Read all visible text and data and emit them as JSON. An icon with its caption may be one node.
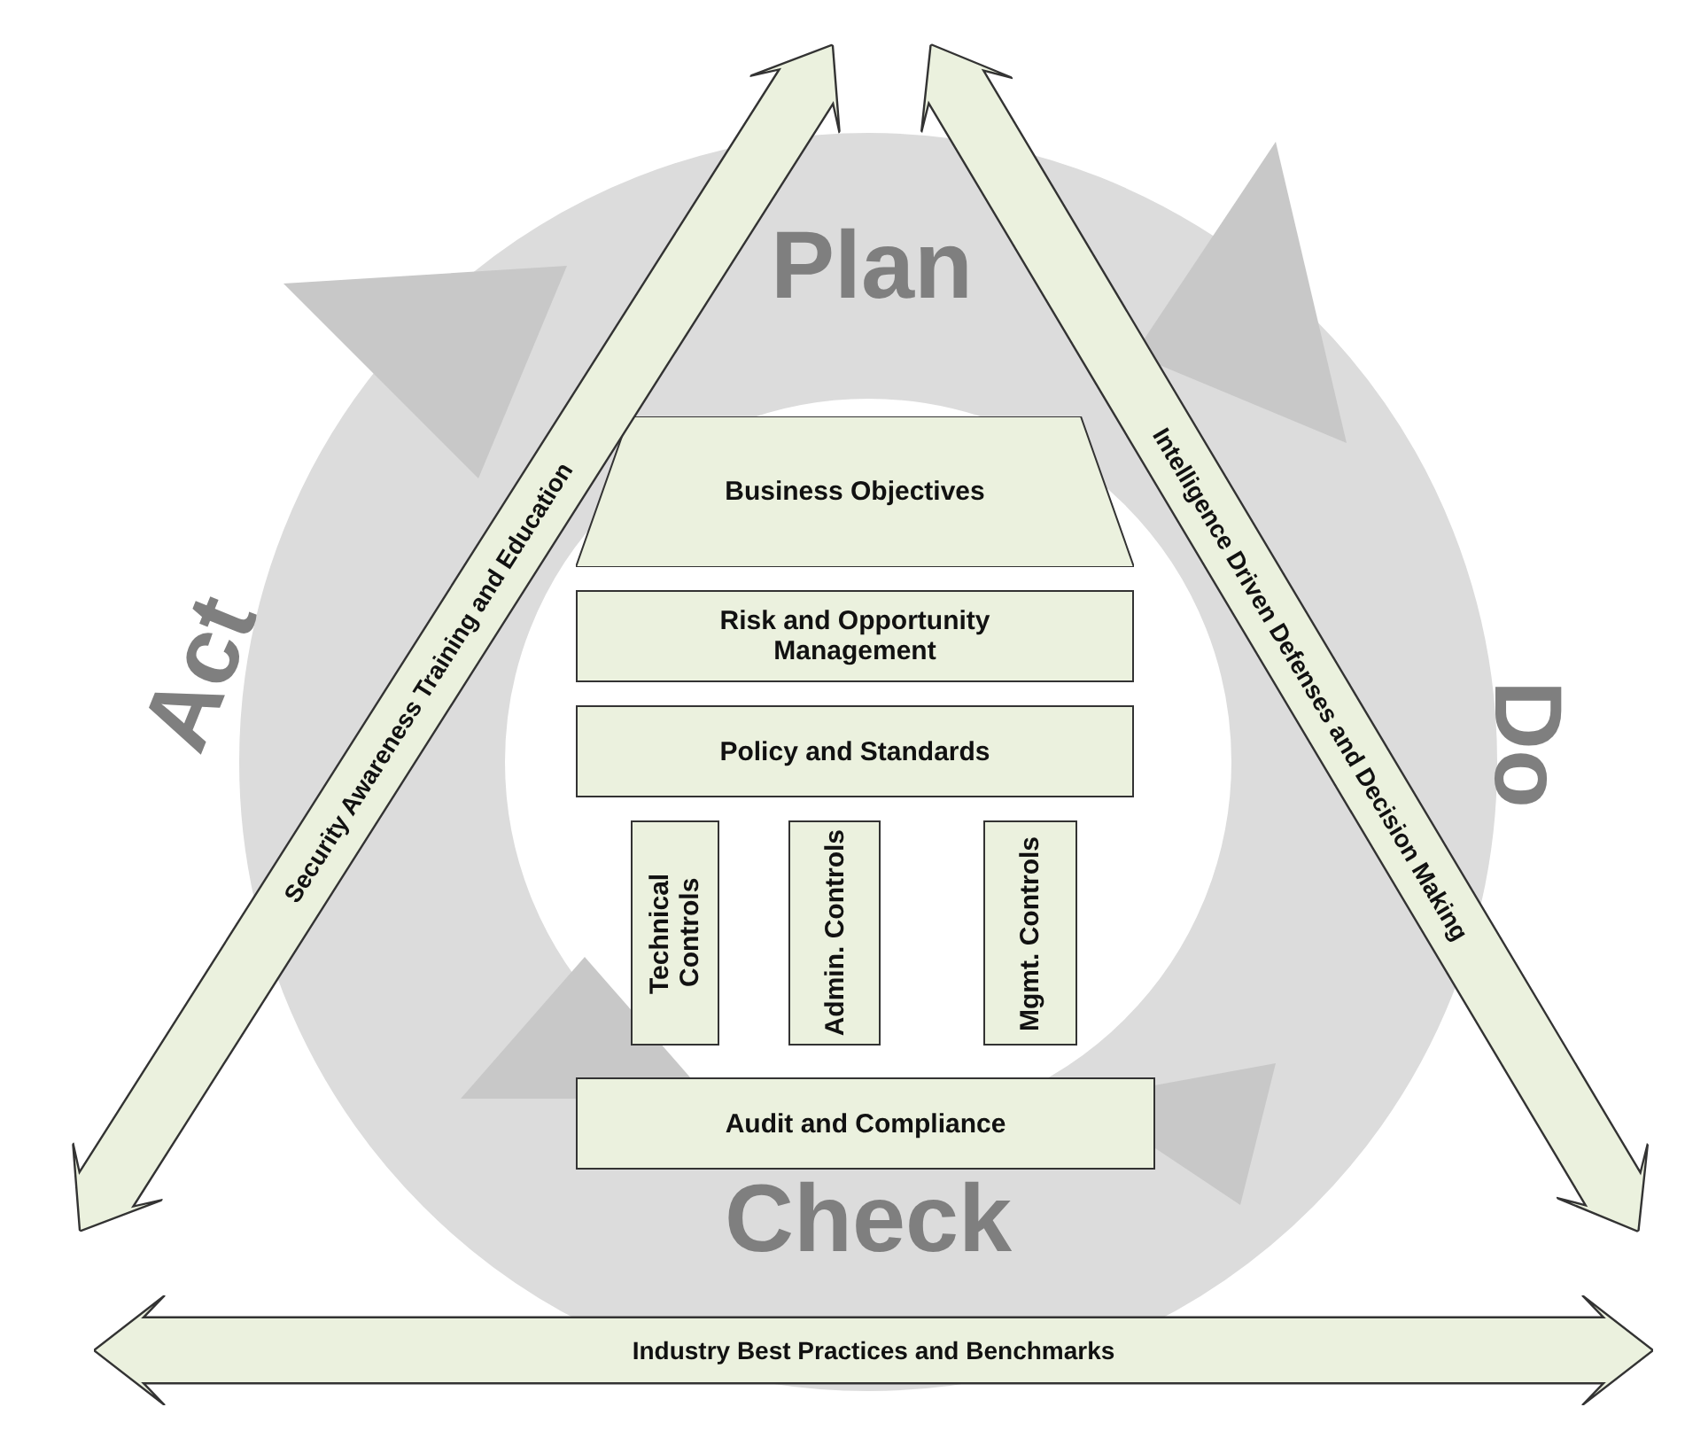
{
  "diagram": {
    "nodes": [
      {
        "text": [
          "Security Awareness Training and Education"
        ]
      },
      {
        "text": [
          "Intelligence Driven Defenses and Decision Making"
        ]
      },
      {
        "text": [
          "Industry Best Practices and Benchmarks"
        ]
      },
      {
        "text": [
          "Business Objectives"
        ]
      },
      {
        "text": [
          "Risk and Opportunity Management"
        ]
      },
      {
        "text": [
          "Policy and Standards"
        ]
      },
      {
        "text": [
          "Technical Controls"
        ]
      },
      {
        "text": [
          "Admin. Controls"
        ]
      },
      {
        "text": [
          "Mgmt. Controls"
        ]
      },
      {
        "text": [
          "Audit and Compliance"
        ]
      }
    ],
    "labels": [
      "Plan",
      "Act",
      "Do",
      "Check"
    ]
  }
}
